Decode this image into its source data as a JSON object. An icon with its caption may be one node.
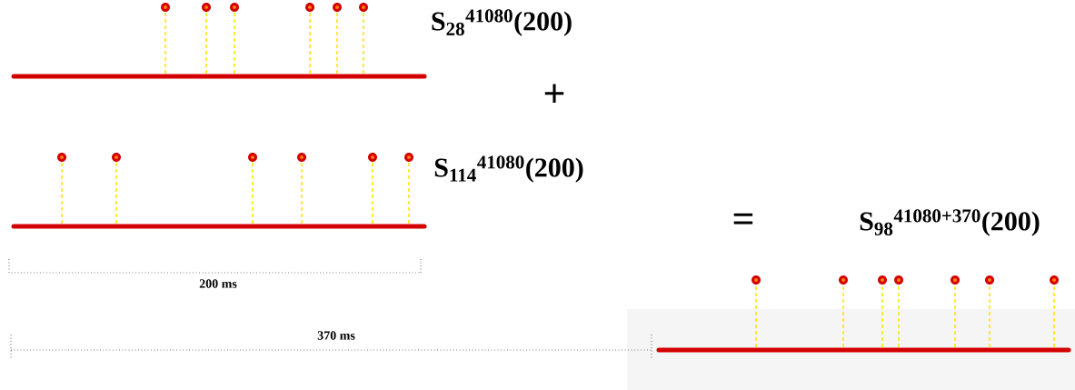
{
  "diagram": {
    "labels": [
      "S$_{28}$$^{41080}$(200)",
      "+",
      "S$_{114}$$^{41080}$(200)",
      "=",
      "S$_{98}$$^{41080+370}$(200)",
      "200 ms",
      "370 ms"
    ]
  }
}
